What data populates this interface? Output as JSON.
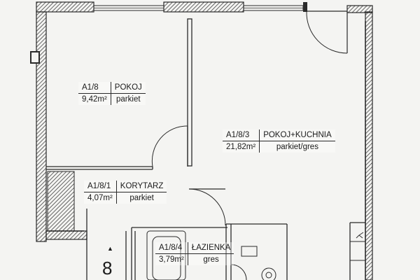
{
  "rooms": [
    {
      "code": "A1/8",
      "name": "POKOJ",
      "area": "9,42m²",
      "floor": "parkiet"
    },
    {
      "code": "A1/8/3",
      "name": "POKOJ+KUCHNIA",
      "area": "21,82m²",
      "floor": "parkiet/gres"
    },
    {
      "code": "A1/8/1",
      "name": "KORYTARZ",
      "area": "4,07m²",
      "floor": "parkiet"
    },
    {
      "code": "A1/8/4",
      "name": "ŁAZIENKA",
      "area": "3,79m²",
      "floor": "gres"
    }
  ],
  "apartment_number": "8",
  "colors": {
    "wall": "#2a2a2a",
    "background": "#f4f4f2"
  }
}
